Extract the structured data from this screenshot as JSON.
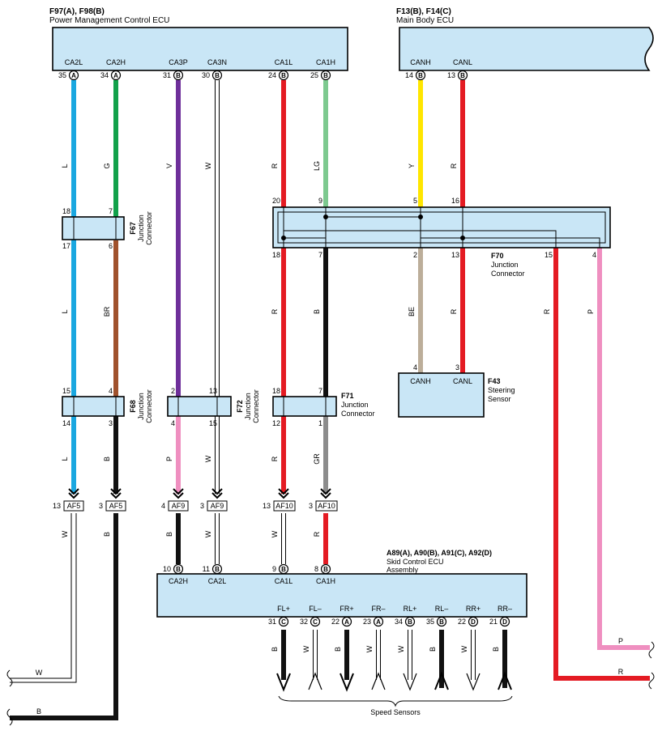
{
  "ecu_power": {
    "code": "F97(A), F98(B)",
    "name": "Power Management Control ECU"
  },
  "ecu_main_body": {
    "code": "F13(B), F14(C)",
    "name": "Main Body ECU"
  },
  "ecu_skid": {
    "code": "A89(A), A90(B), A91(C), A92(D)",
    "name1": "Skid Control ECU",
    "name2": "Assembly"
  },
  "steering": {
    "code": "F43",
    "name1": "Steering",
    "name2": "Sensor",
    "pin_h": "CANH",
    "pin_l": "CANL",
    "num_h": "4",
    "num_l": "3"
  },
  "f67": {
    "code": "F67",
    "l1": "Junction",
    "l2": "Connector"
  },
  "f68": {
    "code": "F68",
    "l1": "Junction",
    "l2": "Connector"
  },
  "f72": {
    "code": "F72",
    "l1": "Junction",
    "l2": "Connector"
  },
  "f71": {
    "code": "F71",
    "l1": "Junction",
    "l2": "Connector"
  },
  "f70": {
    "code": "F70",
    "l1": "Junction",
    "l2": "Connector"
  },
  "pm_pins": [
    {
      "label": "CA2L",
      "num": "35",
      "conn": "A"
    },
    {
      "label": "CA2H",
      "num": "34",
      "conn": "A"
    },
    {
      "label": "CA3P",
      "num": "31",
      "conn": "B"
    },
    {
      "label": "CA3N",
      "num": "30",
      "conn": "B"
    },
    {
      "label": "CA1L",
      "num": "24",
      "conn": "B"
    },
    {
      "label": "CA1H",
      "num": "25",
      "conn": "B"
    }
  ],
  "mb_pins": [
    {
      "label": "CANH",
      "num": "14",
      "conn": "B"
    },
    {
      "label": "CANL",
      "num": "13",
      "conn": "B"
    }
  ],
  "wire_colors_top": [
    "L",
    "G",
    "V",
    "W",
    "R",
    "LG",
    "Y",
    "R"
  ],
  "f67_pins": {
    "t1": "18",
    "t2": "7",
    "b1": "17",
    "b2": "6"
  },
  "wire_colors_mid": [
    "L",
    "BR"
  ],
  "f68_pins": {
    "t1": "15",
    "t2": "4",
    "b1": "14",
    "b2": "3"
  },
  "f72_pins": {
    "t1": "2",
    "t2": "13",
    "b1": "4",
    "b2": "15"
  },
  "f71_pins": {
    "t1": "18",
    "t2": "7",
    "b1": "12",
    "b2": "1"
  },
  "f70_pins": {
    "t1": "20",
    "t2": "9",
    "t3": "5",
    "t4": "16",
    "b1": "18",
    "b2": "7",
    "b3": "2",
    "b4": "13",
    "b5": "15",
    "b6": "4"
  },
  "wire_colors_f70_below": [
    "R",
    "B",
    "BE",
    "R",
    "R",
    "P"
  ],
  "wire_colors_low": [
    "L",
    "B",
    "P",
    "W",
    "R",
    "GR"
  ],
  "af_connectors": [
    {
      "num": "13",
      "name": "AF5"
    },
    {
      "num": "3",
      "name": "AF5"
    },
    {
      "num": "4",
      "name": "AF9"
    },
    {
      "num": "3",
      "name": "AF9"
    },
    {
      "num": "13",
      "name": "AF10"
    },
    {
      "num": "3",
      "name": "AF10"
    }
  ],
  "wire_colors_af_below": [
    "W",
    "B",
    "B",
    "W",
    "W",
    "R"
  ],
  "skid_top_pins": [
    {
      "label": "CA2H",
      "num": "10",
      "conn": "B"
    },
    {
      "label": "CA2L",
      "num": "11",
      "conn": "B"
    },
    {
      "label": "CA1L",
      "num": "9",
      "conn": "B"
    },
    {
      "label": "CA1H",
      "num": "8",
      "conn": "B"
    }
  ],
  "skid_bottom_pins": [
    {
      "label": "FL+",
      "num": "31",
      "conn": "C",
      "color": "B"
    },
    {
      "label": "FL–",
      "num": "32",
      "conn": "C",
      "color": "W"
    },
    {
      "label": "FR+",
      "num": "22",
      "conn": "A",
      "color": "B"
    },
    {
      "label": "FR–",
      "num": "23",
      "conn": "A",
      "color": "W"
    },
    {
      "label": "RL+",
      "num": "34",
      "conn": "B",
      "color": "W"
    },
    {
      "label": "RL–",
      "num": "35",
      "conn": "B",
      "color": "B"
    },
    {
      "label": "RR+",
      "num": "22",
      "conn": "D",
      "color": "W"
    },
    {
      "label": "RR–",
      "num": "21",
      "conn": "D",
      "color": "B"
    }
  ],
  "speed_sensors": "Speed Sensors",
  "right_exits": [
    {
      "color": "P"
    },
    {
      "color": "R"
    }
  ],
  "left_exits": [
    {
      "color": "W"
    },
    {
      "color": "B"
    }
  ]
}
